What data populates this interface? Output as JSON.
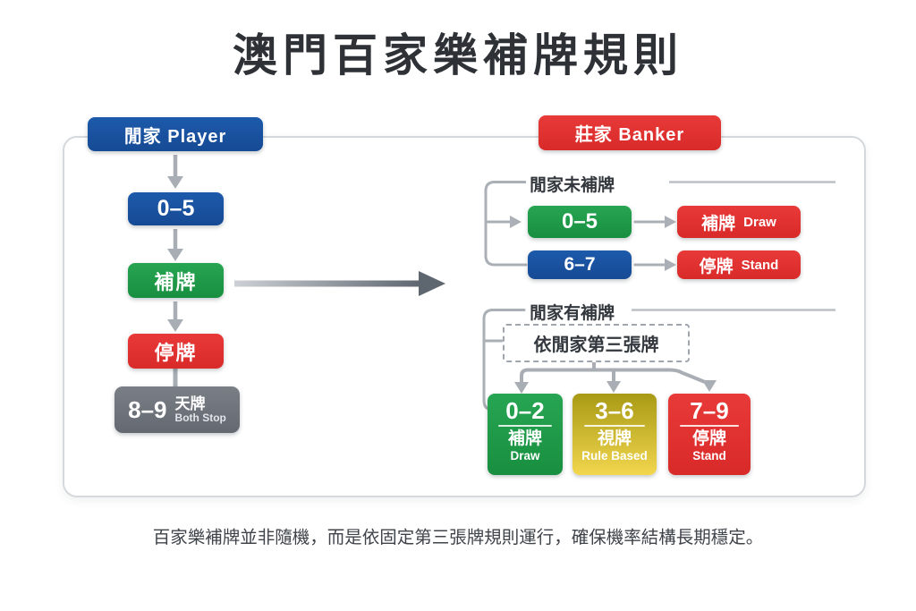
{
  "title": "澳門百家樂補牌規則",
  "caption": "百家樂補牌並非隨機，而是依固定第三張牌規則運行，確保機率結構長期穩定。",
  "player": {
    "header": "閒家 Player",
    "steps": [
      {
        "label": "0–5"
      },
      {
        "label": "補牌"
      },
      {
        "label": "停牌"
      }
    ],
    "natural": {
      "range": "8–9",
      "label": "天牌",
      "sublabel": "Both Stop"
    }
  },
  "banker": {
    "header": "莊家 Banker",
    "no_draw": {
      "title": "閒家未補牌",
      "rules": [
        {
          "range": "0–5",
          "action": "補牌",
          "action_en": "Draw"
        },
        {
          "range": "6–7",
          "action": "停牌",
          "action_en": "Stand"
        }
      ]
    },
    "draw": {
      "title": "閒家有補牌",
      "condition": "依閒家第三張牌",
      "outcomes": [
        {
          "range": "0–2",
          "action": "補牌",
          "action_en": "Draw"
        },
        {
          "range": "3–6",
          "action": "視牌",
          "action_en": "Rule Based"
        },
        {
          "range": "7–9",
          "action": "停牌",
          "action_en": "Stand"
        }
      ]
    }
  },
  "colors": {
    "blue": "#1A4F9E",
    "green": "#1E9B49",
    "red": "#E12F2F",
    "gray": "#6F747B",
    "yellow": "#D9BE2B",
    "connector": "#A9AEB5",
    "panel_border": "#D5D9DD"
  }
}
